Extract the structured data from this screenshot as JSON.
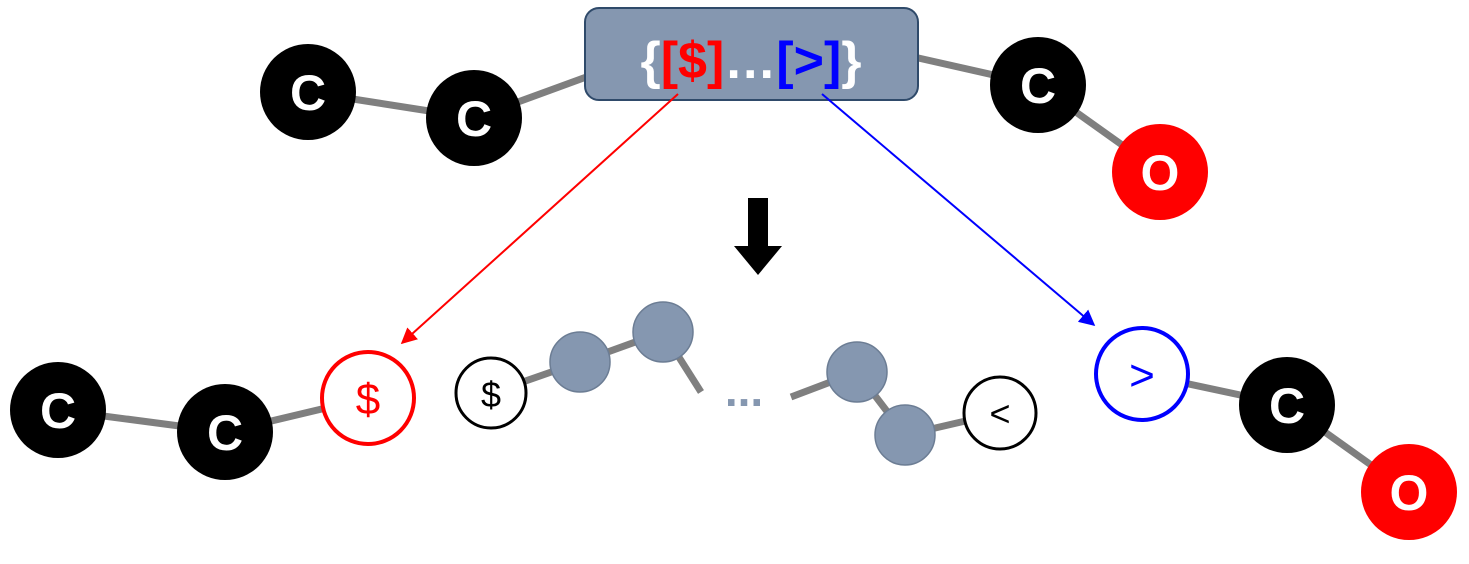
{
  "stochastic_object": {
    "brace_open": "{",
    "left_bracket_open": "[",
    "left_descriptor": "$",
    "left_bracket_close": "]",
    "ellipsis": "…",
    "right_bracket_open": "[",
    "right_descriptor": ">",
    "right_bracket_close": "]",
    "brace_close": "}"
  },
  "top_molecule": {
    "left_atoms": [
      "C",
      "C"
    ],
    "right_atoms": [
      "C",
      "O"
    ]
  },
  "bottom_left_molecule": {
    "atoms": [
      "C",
      "C"
    ],
    "end_group": "$"
  },
  "repeat_unit": {
    "start_descriptor": "$",
    "ellipsis": "...",
    "end_descriptor": "<"
  },
  "bottom_right_molecule": {
    "end_group": ">",
    "atoms": [
      "C",
      "O"
    ]
  },
  "colors": {
    "carbon": "#000000",
    "oxygen": "#ff0000",
    "bond": "#7f7f7f",
    "box_fill": "#8597b0",
    "box_border": "#2f4a6a",
    "left_descriptor": "#ff0000",
    "right_descriptor": "#0000ff",
    "repeat_bead": "#8597b0",
    "brace": "#ffffff"
  }
}
